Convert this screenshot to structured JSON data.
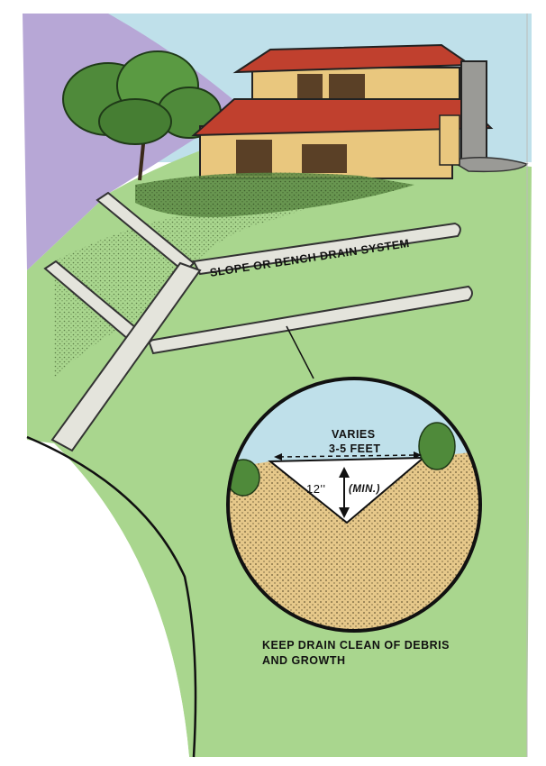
{
  "labels": {
    "slope_drain": "SLOPE OR BENCH DRAIN SYSTEM",
    "varies": "VARIES",
    "feet": "3-5 FEET",
    "depth": "12''",
    "min": "(MIN.)",
    "keep_line1": "KEEP DRAIN CLEAN OF DEBRIS",
    "keep_line2": "AND GROWTH"
  },
  "colors": {
    "sky": "#bfe0ea",
    "hill_purple": "#b7a7d6",
    "grass": "#a9d68e",
    "soil": "#e6c88a",
    "roof": "#c0402e",
    "wall": "#e9c77e",
    "drain": "#e4e4dc"
  }
}
